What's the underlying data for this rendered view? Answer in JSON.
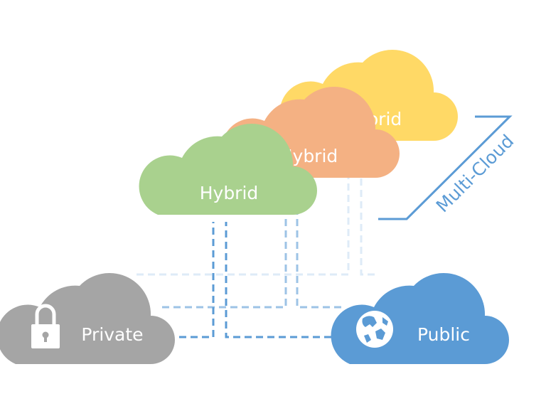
{
  "colors": {
    "private": "#a5a5a5",
    "public": "#5b9bd5",
    "hybrid_front": "#a9d18e",
    "hybrid_middle": "#f4b183",
    "hybrid_back": "#ffd966",
    "multi_cloud": "#5b9bd5",
    "connector_dark": "#5b9bd5",
    "connector_mid": "#9dc3e6",
    "connector_light": "#deebf7"
  },
  "clouds": {
    "private": {
      "label": "Private",
      "icon": "lock-icon"
    },
    "public": {
      "label": "Public",
      "icon": "globe-icon"
    },
    "hybrid_front": {
      "label": "Hybrid"
    },
    "hybrid_middle": {
      "label": "Hybrid"
    },
    "hybrid_back": {
      "label": "Hybrid"
    }
  },
  "bracket": {
    "label": "Multi-Cloud"
  }
}
